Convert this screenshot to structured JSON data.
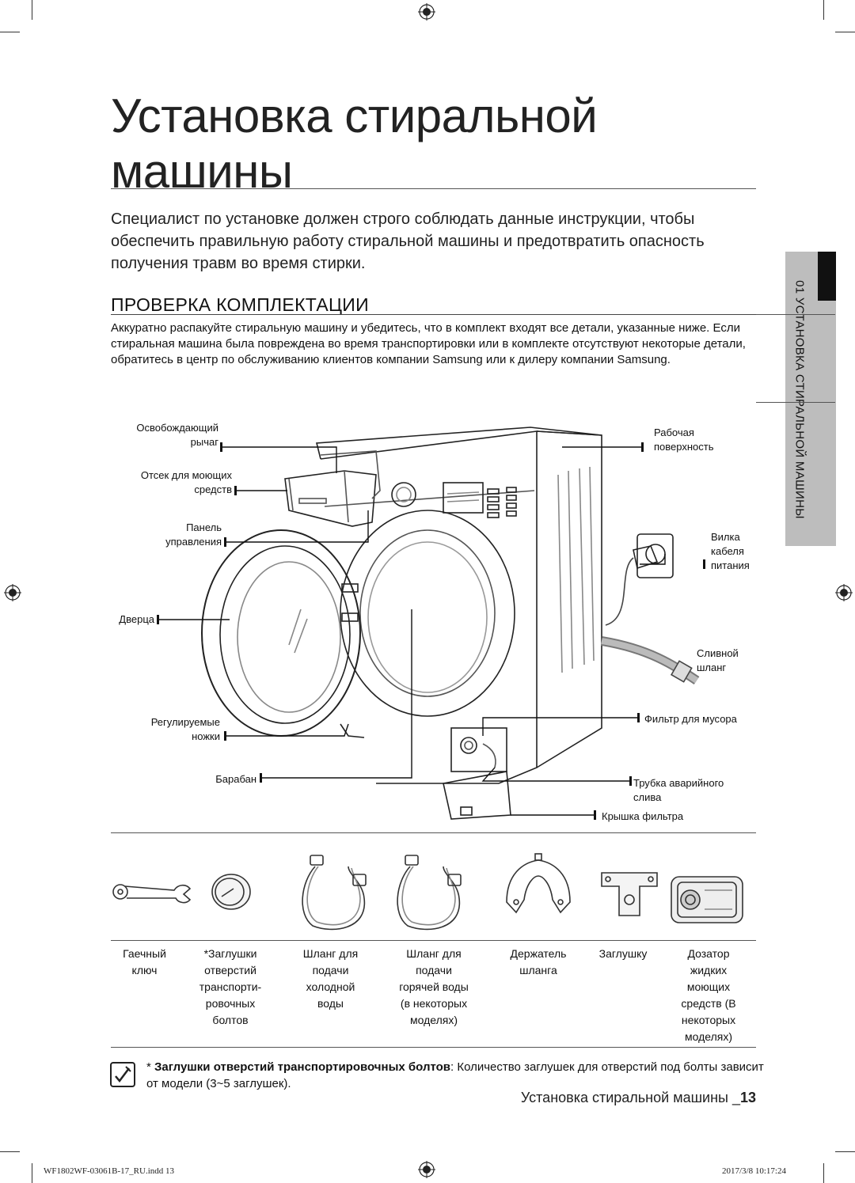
{
  "title": {
    "line1": "Установка стиральной",
    "line2": "машины"
  },
  "intro": "Специалист по установке должен строго соблюдать данные инструкции, чтобы обеспечить правильную работу стиральной машины и предотвратить опасность получения травм во время стирки.",
  "section": {
    "heading": "ПРОВЕРКА КОМПЛЕКТАЦИИ",
    "paragraph": "Аккуратно распакуйте стиральную машину и убедитесь, что в комплект входят все детали, указанные ниже. Если стиральная машина была повреждена во время транспортировки или в комплекте отсутствуют некоторые детали, обратитесь в центр по обслуживанию клиентов компании Samsung или к дилеру компании Samsung."
  },
  "side_tab": "01 УСТАНОВКА СТИРАЛЬНОЙ МАШИНЫ",
  "diagram_labels": {
    "release_lever": [
      "Освобождающий",
      "рычаг"
    ],
    "detergent_drawer": [
      "Отсек для моющих",
      "средств"
    ],
    "control_panel": [
      "Панель",
      "управления"
    ],
    "door": [
      "Дверца"
    ],
    "leveling_feet": [
      "Регулируемые",
      "ножки"
    ],
    "drum": [
      "Барабан"
    ],
    "worktop": [
      "Рабочая",
      "поверхность"
    ],
    "power_plug": [
      "Вилка",
      "кабеля",
      "питания"
    ],
    "drain_hose": [
      "Сливной",
      "шланг"
    ],
    "debris_filter": [
      "Фильтр для мусора"
    ],
    "emergency_drain": [
      "Трубка аварийного",
      "слива"
    ],
    "filter_cover": [
      "Крышка фильтра"
    ]
  },
  "accessories": [
    {
      "label": "Гаечный\nключ",
      "icon": "spanner-icon"
    },
    {
      "label": "*Заглушки\nотверстий\nтранспорти-\nровочных\nболтов",
      "icon": "hole-cap-icon"
    },
    {
      "label": "Шланг для\nподачи\nхолодной\nводы",
      "icon": "cold-hose-icon"
    },
    {
      "label": "Шланг для\nподачи\nгорячей воды\n(в некоторых\nмоделях)",
      "icon": "hot-hose-icon"
    },
    {
      "label": "Держатель\nшланга",
      "icon": "hose-guide-icon"
    },
    {
      "label": "Заглушку",
      "icon": "plug-cap-icon"
    },
    {
      "label": "Дозатор\nжидких\nмоющих\nсредств (В\nнекоторых\nмоделях)",
      "icon": "liquid-dispenser-icon"
    }
  ],
  "footnote": {
    "bold": "Заглушки отверстий транспортировочных болтов",
    "text": ": Количество заглушек для отверстий под болты зависит от модели (3~5 заглушек)."
  },
  "footer": {
    "title": "Установка стиральной машины _",
    "page": "13"
  },
  "print_info": {
    "file": "WF1802WF-03061B-17_RU.indd   13",
    "date": "2017/3/8   10:17:24"
  }
}
